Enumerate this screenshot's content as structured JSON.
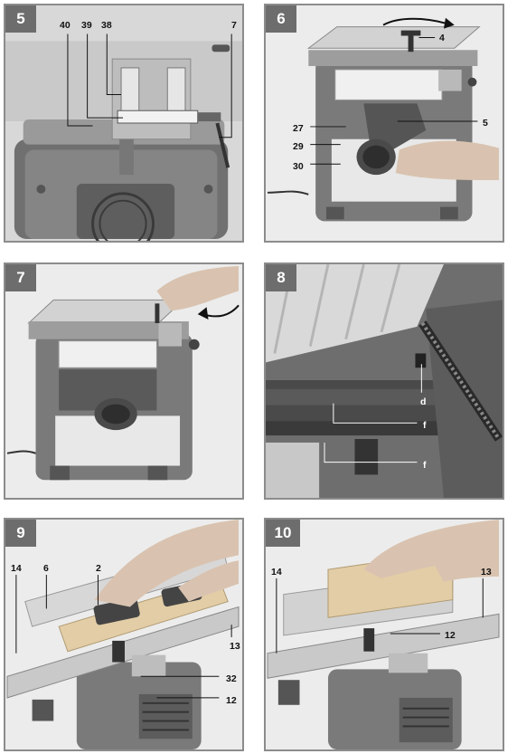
{
  "panels": [
    {
      "number": "5",
      "callouts": {
        "c40": "40",
        "c39": "39",
        "c38": "38",
        "c7": "7"
      }
    },
    {
      "number": "6",
      "callouts": {
        "c4": "4",
        "c27": "27",
        "c5": "5",
        "c29": "29",
        "c30": "30"
      }
    },
    {
      "number": "7",
      "callouts": {}
    },
    {
      "number": "8",
      "callouts": {
        "cd": "d",
        "cf1": "f",
        "cf2": "f"
      }
    },
    {
      "number": "9",
      "callouts": {
        "c14": "14",
        "c6": "6",
        "c2": "2",
        "c13": "13",
        "c32": "32",
        "c12": "12"
      }
    },
    {
      "number": "10",
      "callouts": {
        "c14": "14",
        "c13": "13",
        "c12": "12"
      }
    }
  ]
}
